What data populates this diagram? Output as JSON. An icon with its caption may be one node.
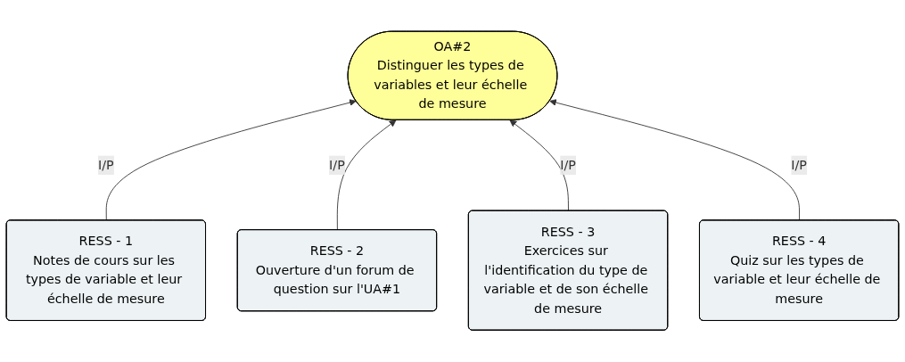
{
  "diagram": {
    "nodes": [
      {
        "text": [
          "OA#2",
          "Distinguer les types de variables et leur échelle de mesure"
        ]
      },
      {
        "text": [
          "RESS - 1",
          "Notes de cours sur les types de variable et leur échelle de mesure"
        ]
      },
      {
        "text": [
          "RESS - 2",
          "Ouverture d'un forum de question sur l'UA#1"
        ]
      },
      {
        "text": [
          "RESS - 3",
          "Exercices sur l'identification du type de variable et de son échelle de mesure"
        ]
      },
      {
        "text": [
          "RESS - 4",
          "Quiz sur les types de variable et leur échelle de mesure"
        ]
      }
    ],
    "edges": [
      {
        "from": 1,
        "to": 0,
        "arrow": "to",
        "label": "I/P"
      },
      {
        "from": 2,
        "to": 0,
        "arrow": "to",
        "label": "I/P"
      },
      {
        "from": 3,
        "to": 0,
        "arrow": "to",
        "label": "I/P"
      },
      {
        "from": 4,
        "to": 0,
        "arrow": "to",
        "label": "I/P"
      }
    ]
  }
}
